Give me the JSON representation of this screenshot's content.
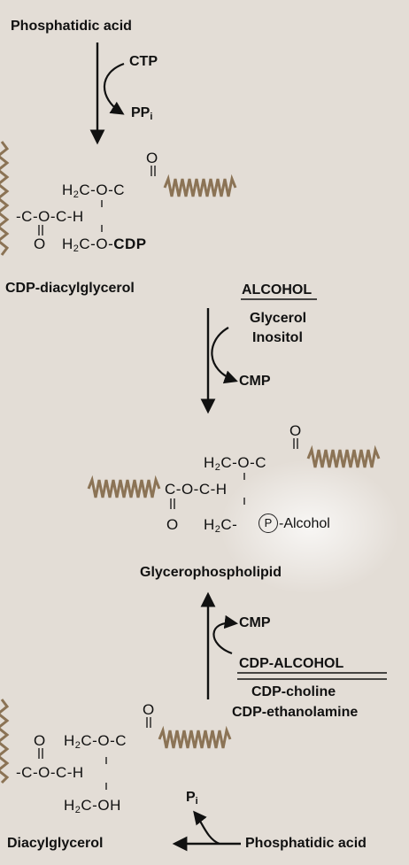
{
  "top": {
    "phosphatidic_acid": "Phosphatidic acid",
    "ctp": "CTP",
    "pp": "PP",
    "pp_sub": "i"
  },
  "cdp_dag": {
    "row0": "O",
    "row1_h2c": "H",
    "row1_sub": "2",
    "row1_rest": "C-O-C",
    "row2": "-C-O-C-H",
    "row3_o": "O",
    "row3_h2c": "H",
    "row3_sub": "2",
    "row3_rest": "C-O-",
    "row3_cdp": "CDP",
    "name": "CDP-diacylglycerol"
  },
  "alcohol_step": {
    "header": "ALCOHOL",
    "item1": "Glycerol",
    "item2": "Inositol",
    "cmp": "CMP"
  },
  "gpl": {
    "row0": "O",
    "row1_h2c": "H",
    "row1_sub": "2",
    "row1_rest": "C-O-C",
    "row2": "C-O-C-H",
    "row3_o": "O",
    "row3_h2c": "H",
    "row3_sub": "2",
    "row3_rest": "C-",
    "p": "P",
    "alcohol": "-Alcohol",
    "name": "Glycerophospholipid"
  },
  "cdp_alcohol_step": {
    "cmp": "CMP",
    "header": "CDP-ALCOHOL",
    "item1": "CDP-choline",
    "item2": "CDP-ethanolamine"
  },
  "dag": {
    "row0": "O",
    "row1_o": "O",
    "row1_h2c": "H",
    "row1_sub": "2",
    "row1_rest": "C-O-C",
    "row2": "-C-O-C-H",
    "row3_h2c": "H",
    "row3_sub": "2",
    "row3_rest": "C-OH",
    "name": "Diacylglycerol"
  },
  "bottom": {
    "pi": "P",
    "pi_sub": "i",
    "phosphatidic_acid": "Phosphatidic acid"
  },
  "colors": {
    "background": "#e3ddd6",
    "fatty_acid_chain": "#8b7355",
    "text": "#111111"
  }
}
